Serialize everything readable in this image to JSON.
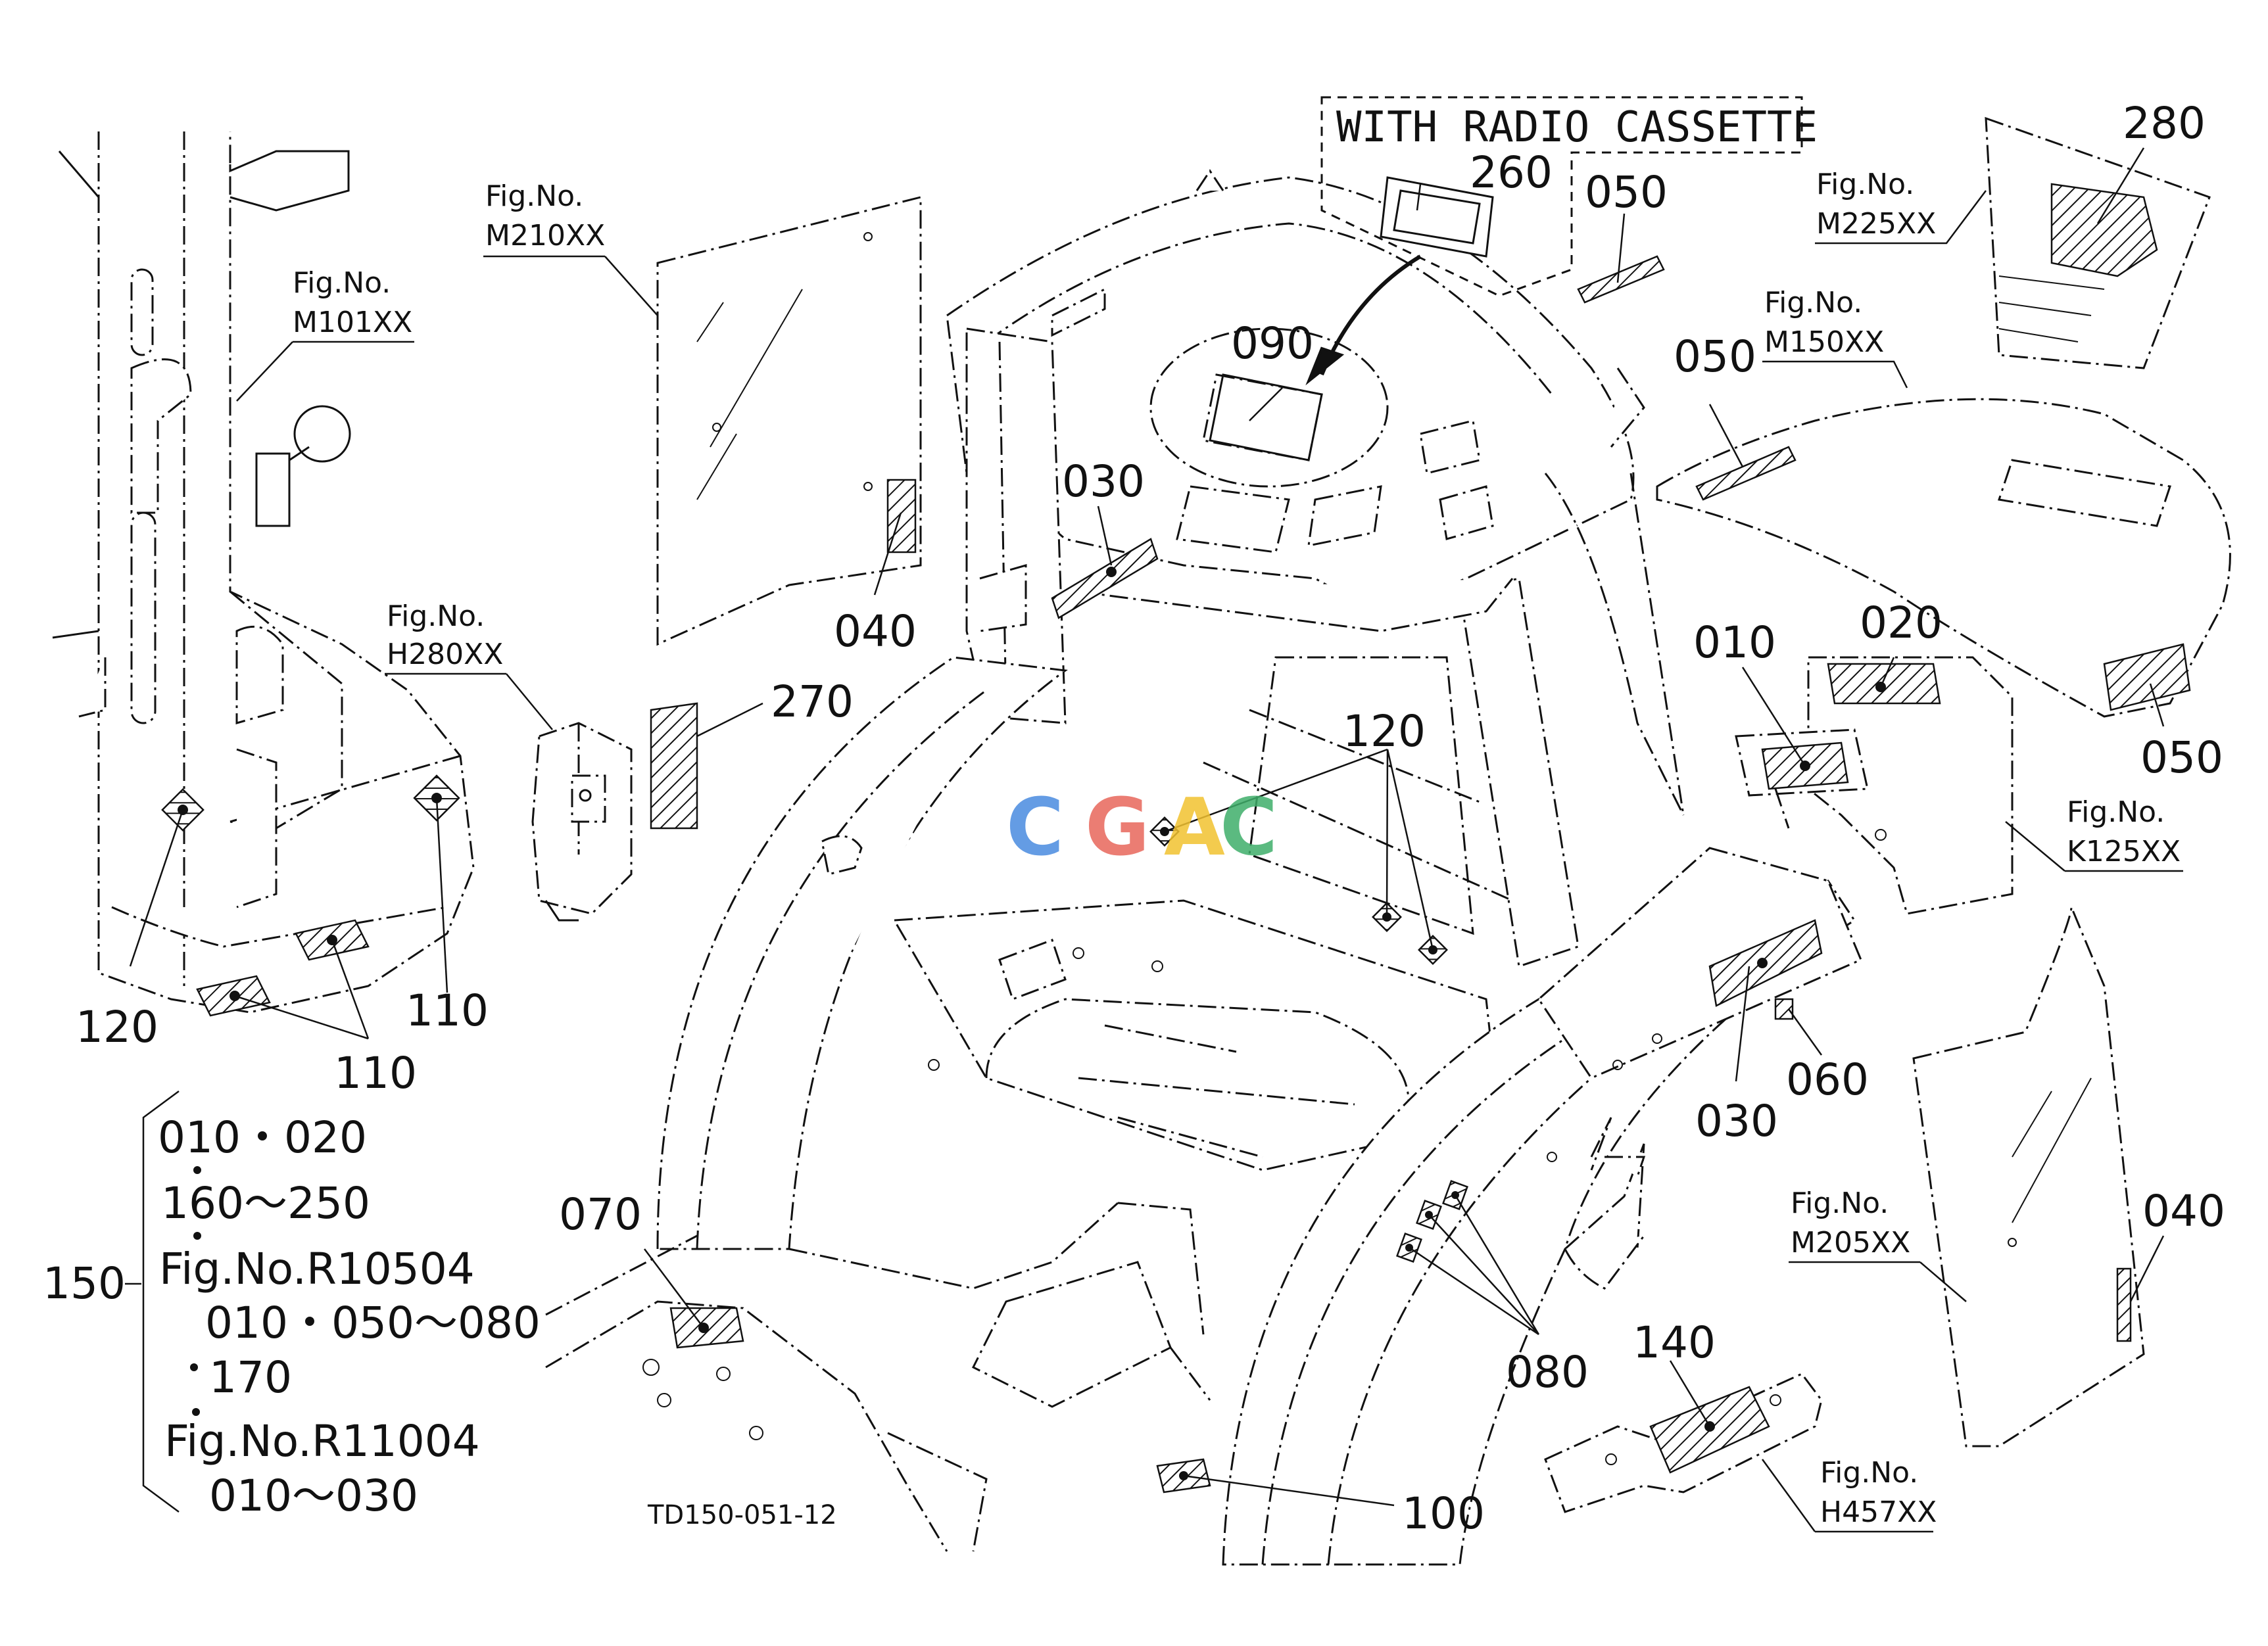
{
  "header": {
    "with_radio_cassette": "WITH RADIO CASSETTE"
  },
  "fig_refs": [
    {
      "id": "m101",
      "line1": "Fig.No.",
      "line2": "M101XX"
    },
    {
      "id": "m210",
      "line1": "Fig.No.",
      "line2": "M210XX"
    },
    {
      "id": "h280",
      "line1": "Fig.No.",
      "line2": "H280XX"
    },
    {
      "id": "m225",
      "line1": "Fig.No.",
      "line2": "M225XX"
    },
    {
      "id": "m150",
      "line1": "Fig.No.",
      "line2": "M150XX"
    },
    {
      "id": "k125",
      "line1": "Fig.No.",
      "line2": "K125XX"
    },
    {
      "id": "m205",
      "line1": "Fig.No.",
      "line2": "M205XX"
    },
    {
      "id": "h457",
      "line1": "Fig.No.",
      "line2": "H457XX"
    }
  ],
  "part_labels": {
    "p260": "260",
    "p050_top": "050",
    "p280": "280",
    "p090": "090",
    "p050_mid": "050",
    "p030_left": "030",
    "p040_left": "040",
    "p270": "270",
    "p010": "010",
    "p020": "020",
    "p050_right": "050",
    "p120_center": "120",
    "p120_left": "120",
    "p110_right": "110",
    "p110_bottom": "110",
    "p060": "060",
    "p030_right": "030",
    "p040_right": "040",
    "p070": "070",
    "p080": "080",
    "p140": "140",
    "p100": "100"
  },
  "legend": {
    "number": "150",
    "lines": [
      "010・020",
      "160～250",
      "Fig.No.R10504",
      "010・050～080",
      "170",
      "Fig.No.R11004",
      "010～030"
    ]
  },
  "drawing_code": "TD150-051-12",
  "watermark": {
    "letters": [
      "C",
      "G",
      "A",
      "C"
    ],
    "colors": [
      "#4a8be0",
      "#e8675b",
      "#f2c230",
      "#3fae6a"
    ]
  }
}
